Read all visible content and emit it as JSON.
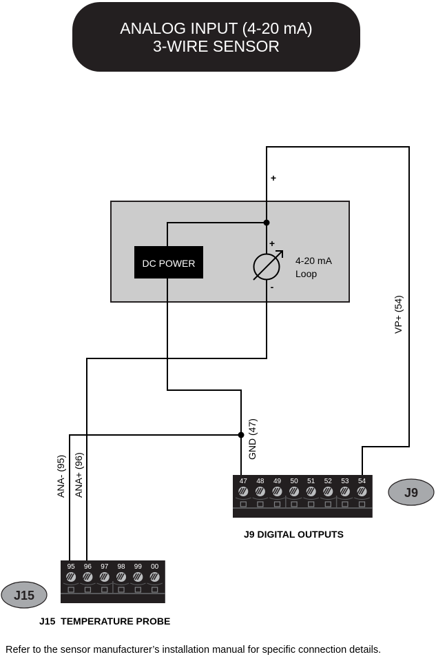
{
  "title": {
    "line1": "ANALOG INPUT (4-20 mA)",
    "line2": "3-WIRE SENSOR"
  },
  "sensor": {
    "power_label": "DC POWER",
    "loop_label_line1": "4-20 mA",
    "loop_label_line2": "Loop",
    "loop_plus": "+",
    "loop_minus": "-",
    "supply_plus": "+"
  },
  "wires": {
    "vp_label": "VP+ (54)",
    "gnd_label": "GND (47)",
    "ana_minus_label": "ANA- (95)",
    "ana_plus_label": "ANA+ (96)"
  },
  "connectors": {
    "j9": {
      "badge": "J9",
      "caption": "J9 DIGITAL OUTPUTS",
      "terminals": [
        "47",
        "48",
        "49",
        "50",
        "51",
        "52",
        "53",
        "54"
      ]
    },
    "j15": {
      "badge": "J15",
      "caption": "J15  TEMPERATURE PROBE",
      "terminals": [
        "95",
        "96",
        "97",
        "98",
        "99",
        "00"
      ]
    }
  },
  "colors": {
    "dark": "#231f20",
    "sensor_box": "#cccccc",
    "badge": "#a7a9ac",
    "screw": "#bcbec0"
  },
  "footer": "Refer to the sensor manufacturer’s installation manual for specific connection details."
}
